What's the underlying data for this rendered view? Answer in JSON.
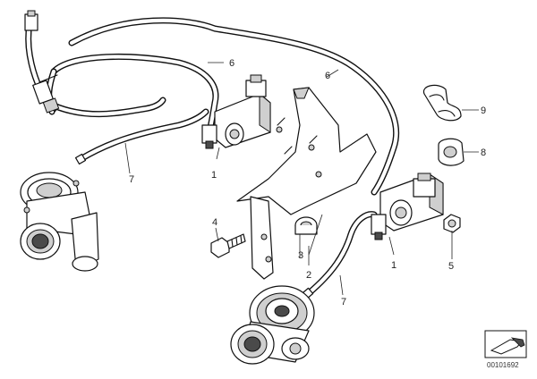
{
  "callouts": {
    "c1a": "1",
    "c1b": "1",
    "c2": "2",
    "c3": "3",
    "c4": "4",
    "c5": "5",
    "c6a": "6",
    "c6b": "6",
    "c7a": "7",
    "c7b": "7",
    "c8": "8",
    "c9": "9"
  },
  "reference_number": "00101692",
  "icon": "wrench-corner-icon",
  "colors": {
    "ink": "#111111",
    "paper": "#ffffff",
    "shade": "#cfcfcf"
  }
}
